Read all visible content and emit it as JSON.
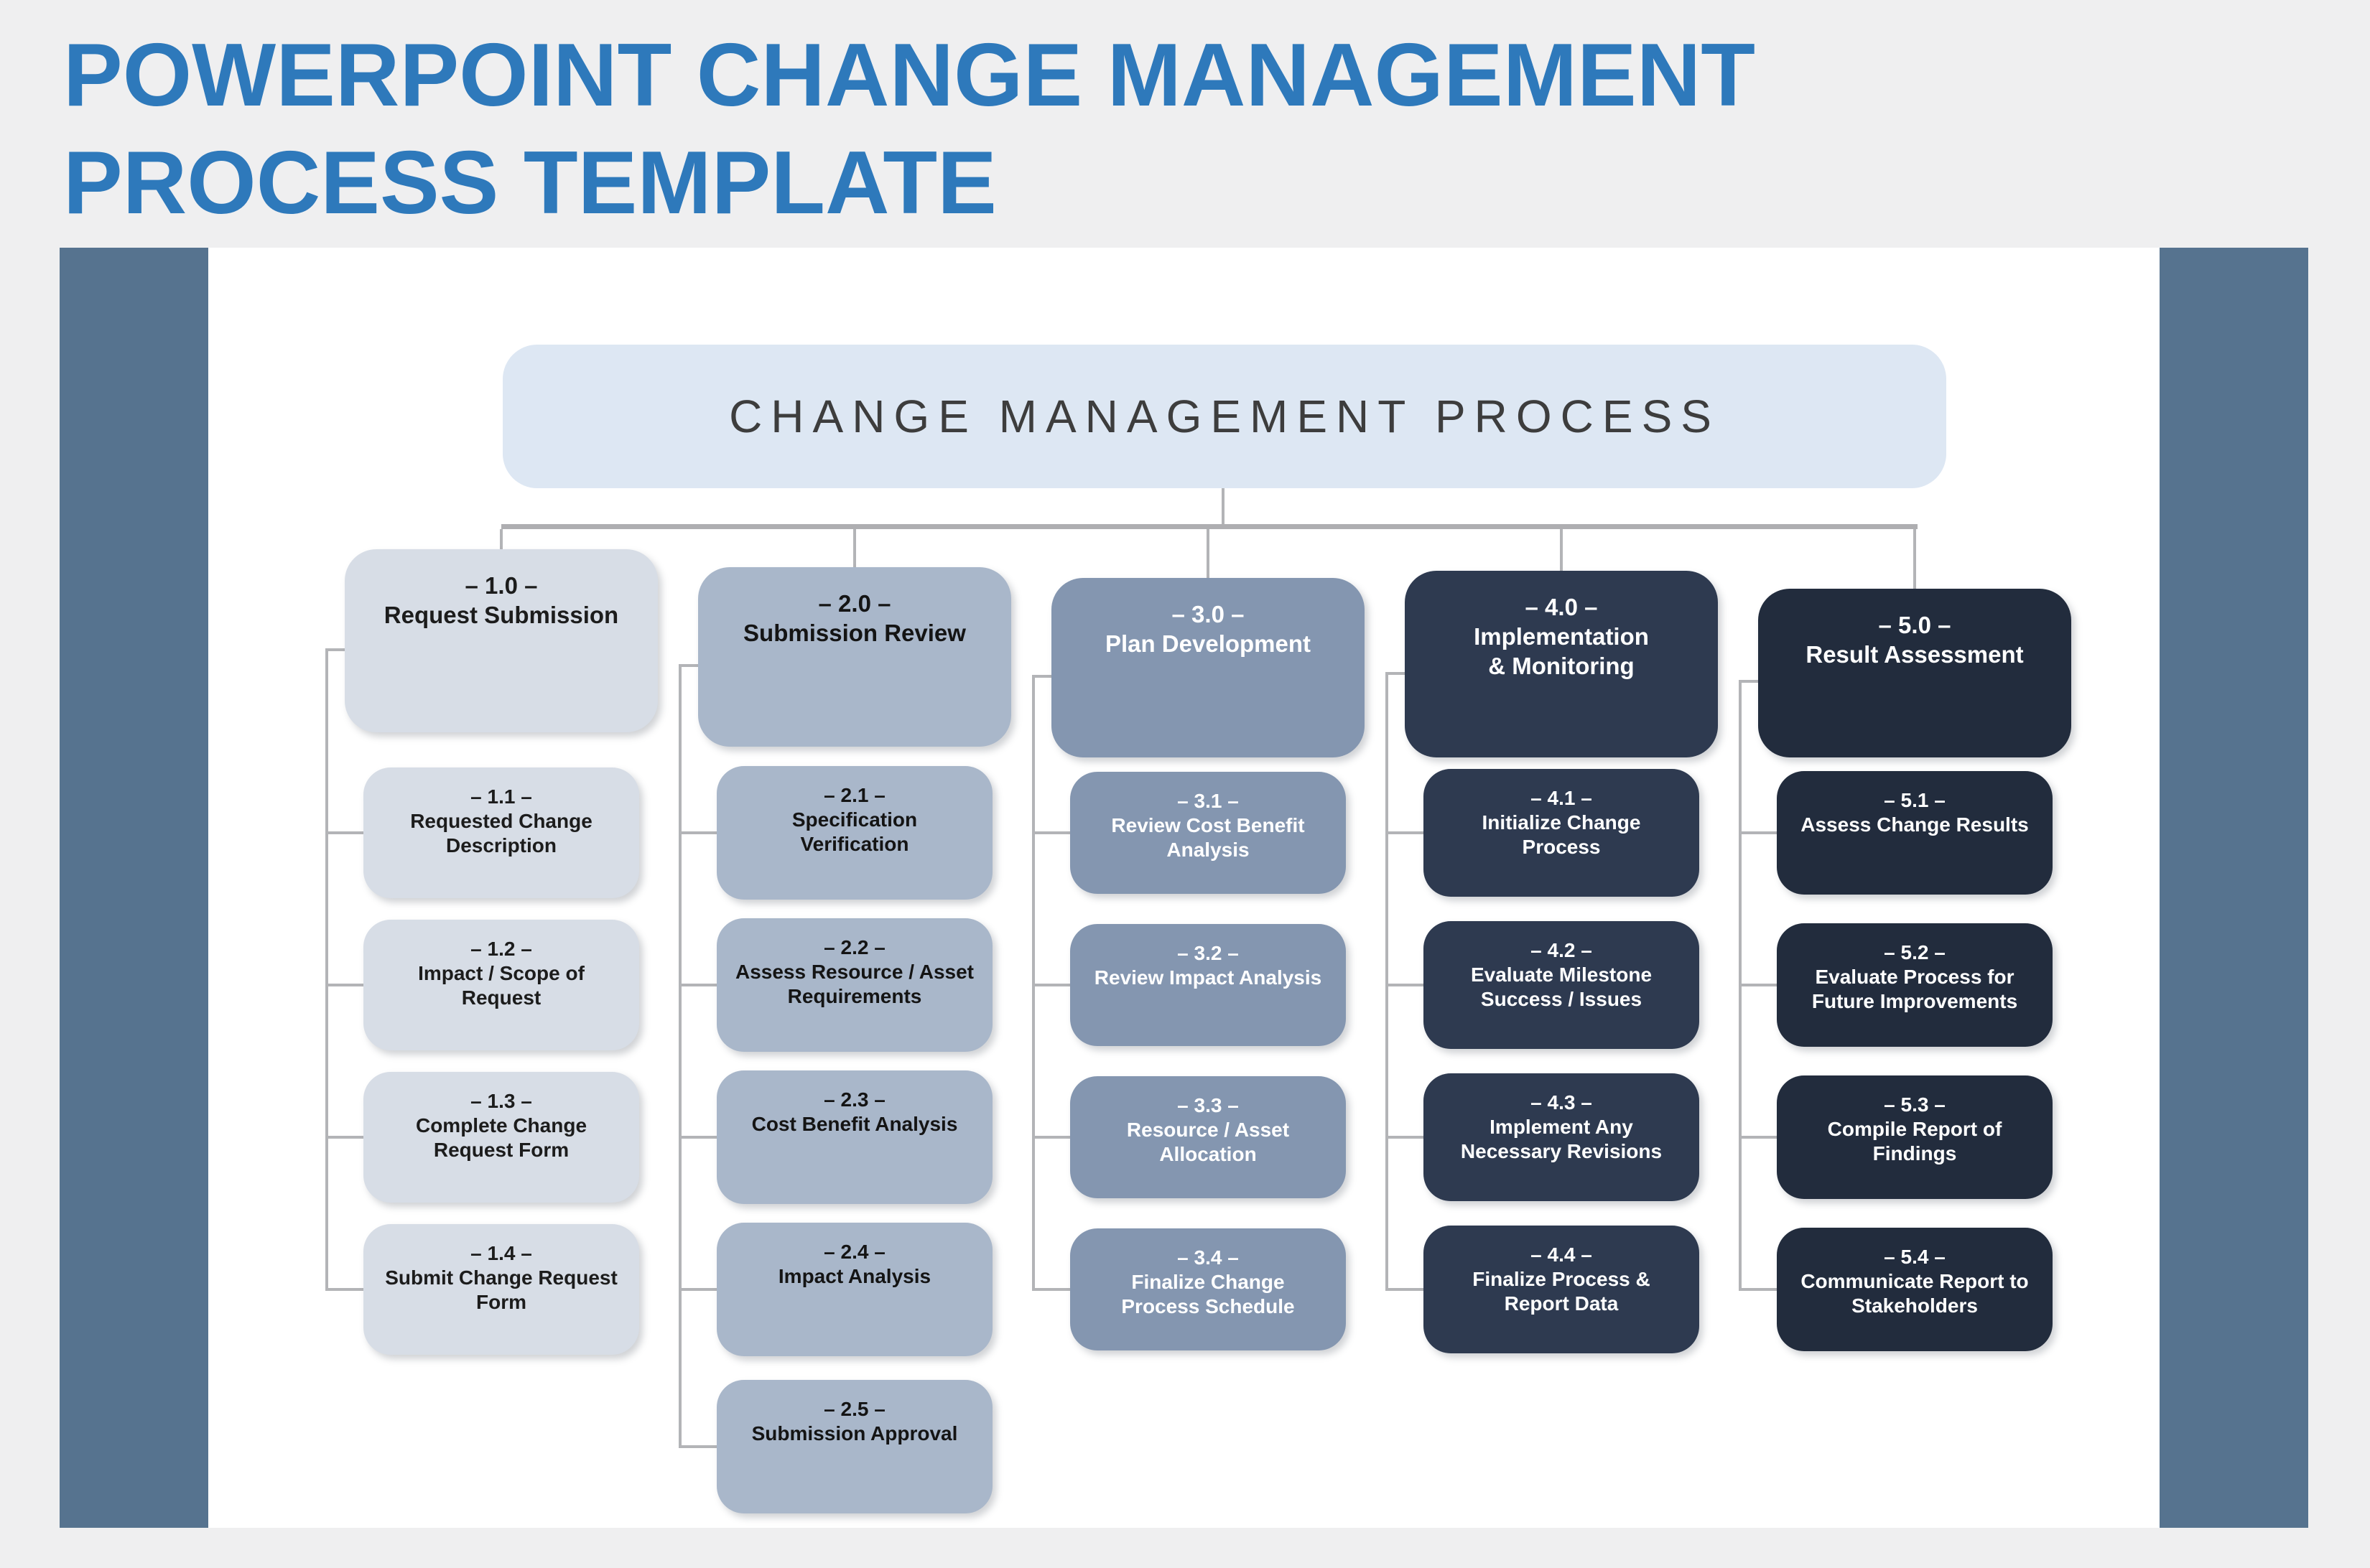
{
  "page": {
    "title_line1": "POWERPOINT CHANGE MANAGEMENT",
    "title_line2": "PROCESS TEMPLATE"
  },
  "colors": {
    "title_blue": "#2e79bb",
    "page_background": "#efeff0",
    "slide_background": "#ffffff",
    "accent_bar": "#56738f",
    "root_box": "#dde7f3",
    "root_text": "#3d3d3d",
    "column_1": "#d7dde6",
    "column_2": "#a9b7ca",
    "column_3": "#8496b0",
    "column_4": "#2e3a50",
    "column_5": "#222c3d",
    "connector": "#b3b4b7"
  },
  "diagram": {
    "root_label": "CHANGE MANAGEMENT PROCESS",
    "columns": [
      {
        "header": {
          "number": "– 1.0 –",
          "label": "Request Submission"
        },
        "children": [
          {
            "number": "– 1.1 –",
            "label": "Requested Change\nDescription"
          },
          {
            "number": "– 1.2 –",
            "label": "Impact / Scope of\nRequest"
          },
          {
            "number": "– 1.3 –",
            "label": "Complete Change\nRequest Form"
          },
          {
            "number": "– 1.4 –",
            "label": "Submit Change Request\nForm"
          }
        ]
      },
      {
        "header": {
          "number": "– 2.0 –",
          "label": "Submission Review"
        },
        "children": [
          {
            "number": "– 2.1 –",
            "label": "Specification\nVerification"
          },
          {
            "number": "– 2.2 –",
            "label": "Assess Resource / Asset\nRequirements"
          },
          {
            "number": "– 2.3 –",
            "label": "Cost Benefit Analysis"
          },
          {
            "number": "– 2.4 –",
            "label": "Impact Analysis"
          },
          {
            "number": "– 2.5 –",
            "label": "Submission Approval"
          }
        ]
      },
      {
        "header": {
          "number": "– 3.0 –",
          "label": "Plan Development"
        },
        "children": [
          {
            "number": "– 3.1 –",
            "label": "Review Cost Benefit\nAnalysis"
          },
          {
            "number": "– 3.2 –",
            "label": "Review Impact Analysis"
          },
          {
            "number": "– 3.3 –",
            "label": "Resource / Asset\nAllocation"
          },
          {
            "number": "– 3.4 –",
            "label": "Finalize Change\nProcess Schedule"
          }
        ]
      },
      {
        "header": {
          "number": "– 4.0 –",
          "label": "Implementation\n& Monitoring"
        },
        "children": [
          {
            "number": "– 4.1 –",
            "label": "Initialize Change\nProcess"
          },
          {
            "number": "– 4.2 –",
            "label": "Evaluate Milestone\nSuccess / Issues"
          },
          {
            "number": "– 4.3 –",
            "label": "Implement Any\nNecessary Revisions"
          },
          {
            "number": "– 4.4 –",
            "label": "Finalize Process &\nReport Data"
          }
        ]
      },
      {
        "header": {
          "number": "– 5.0 –",
          "label": "Result Assessment"
        },
        "children": [
          {
            "number": "– 5.1 –",
            "label": "Assess Change Results"
          },
          {
            "number": "– 5.2 –",
            "label": "Evaluate Process for\nFuture Improvements"
          },
          {
            "number": "– 5.3 –",
            "label": "Compile Report of\nFindings"
          },
          {
            "number": "– 5.4 –",
            "label": "Communicate Report to\nStakeholders"
          }
        ]
      }
    ]
  }
}
